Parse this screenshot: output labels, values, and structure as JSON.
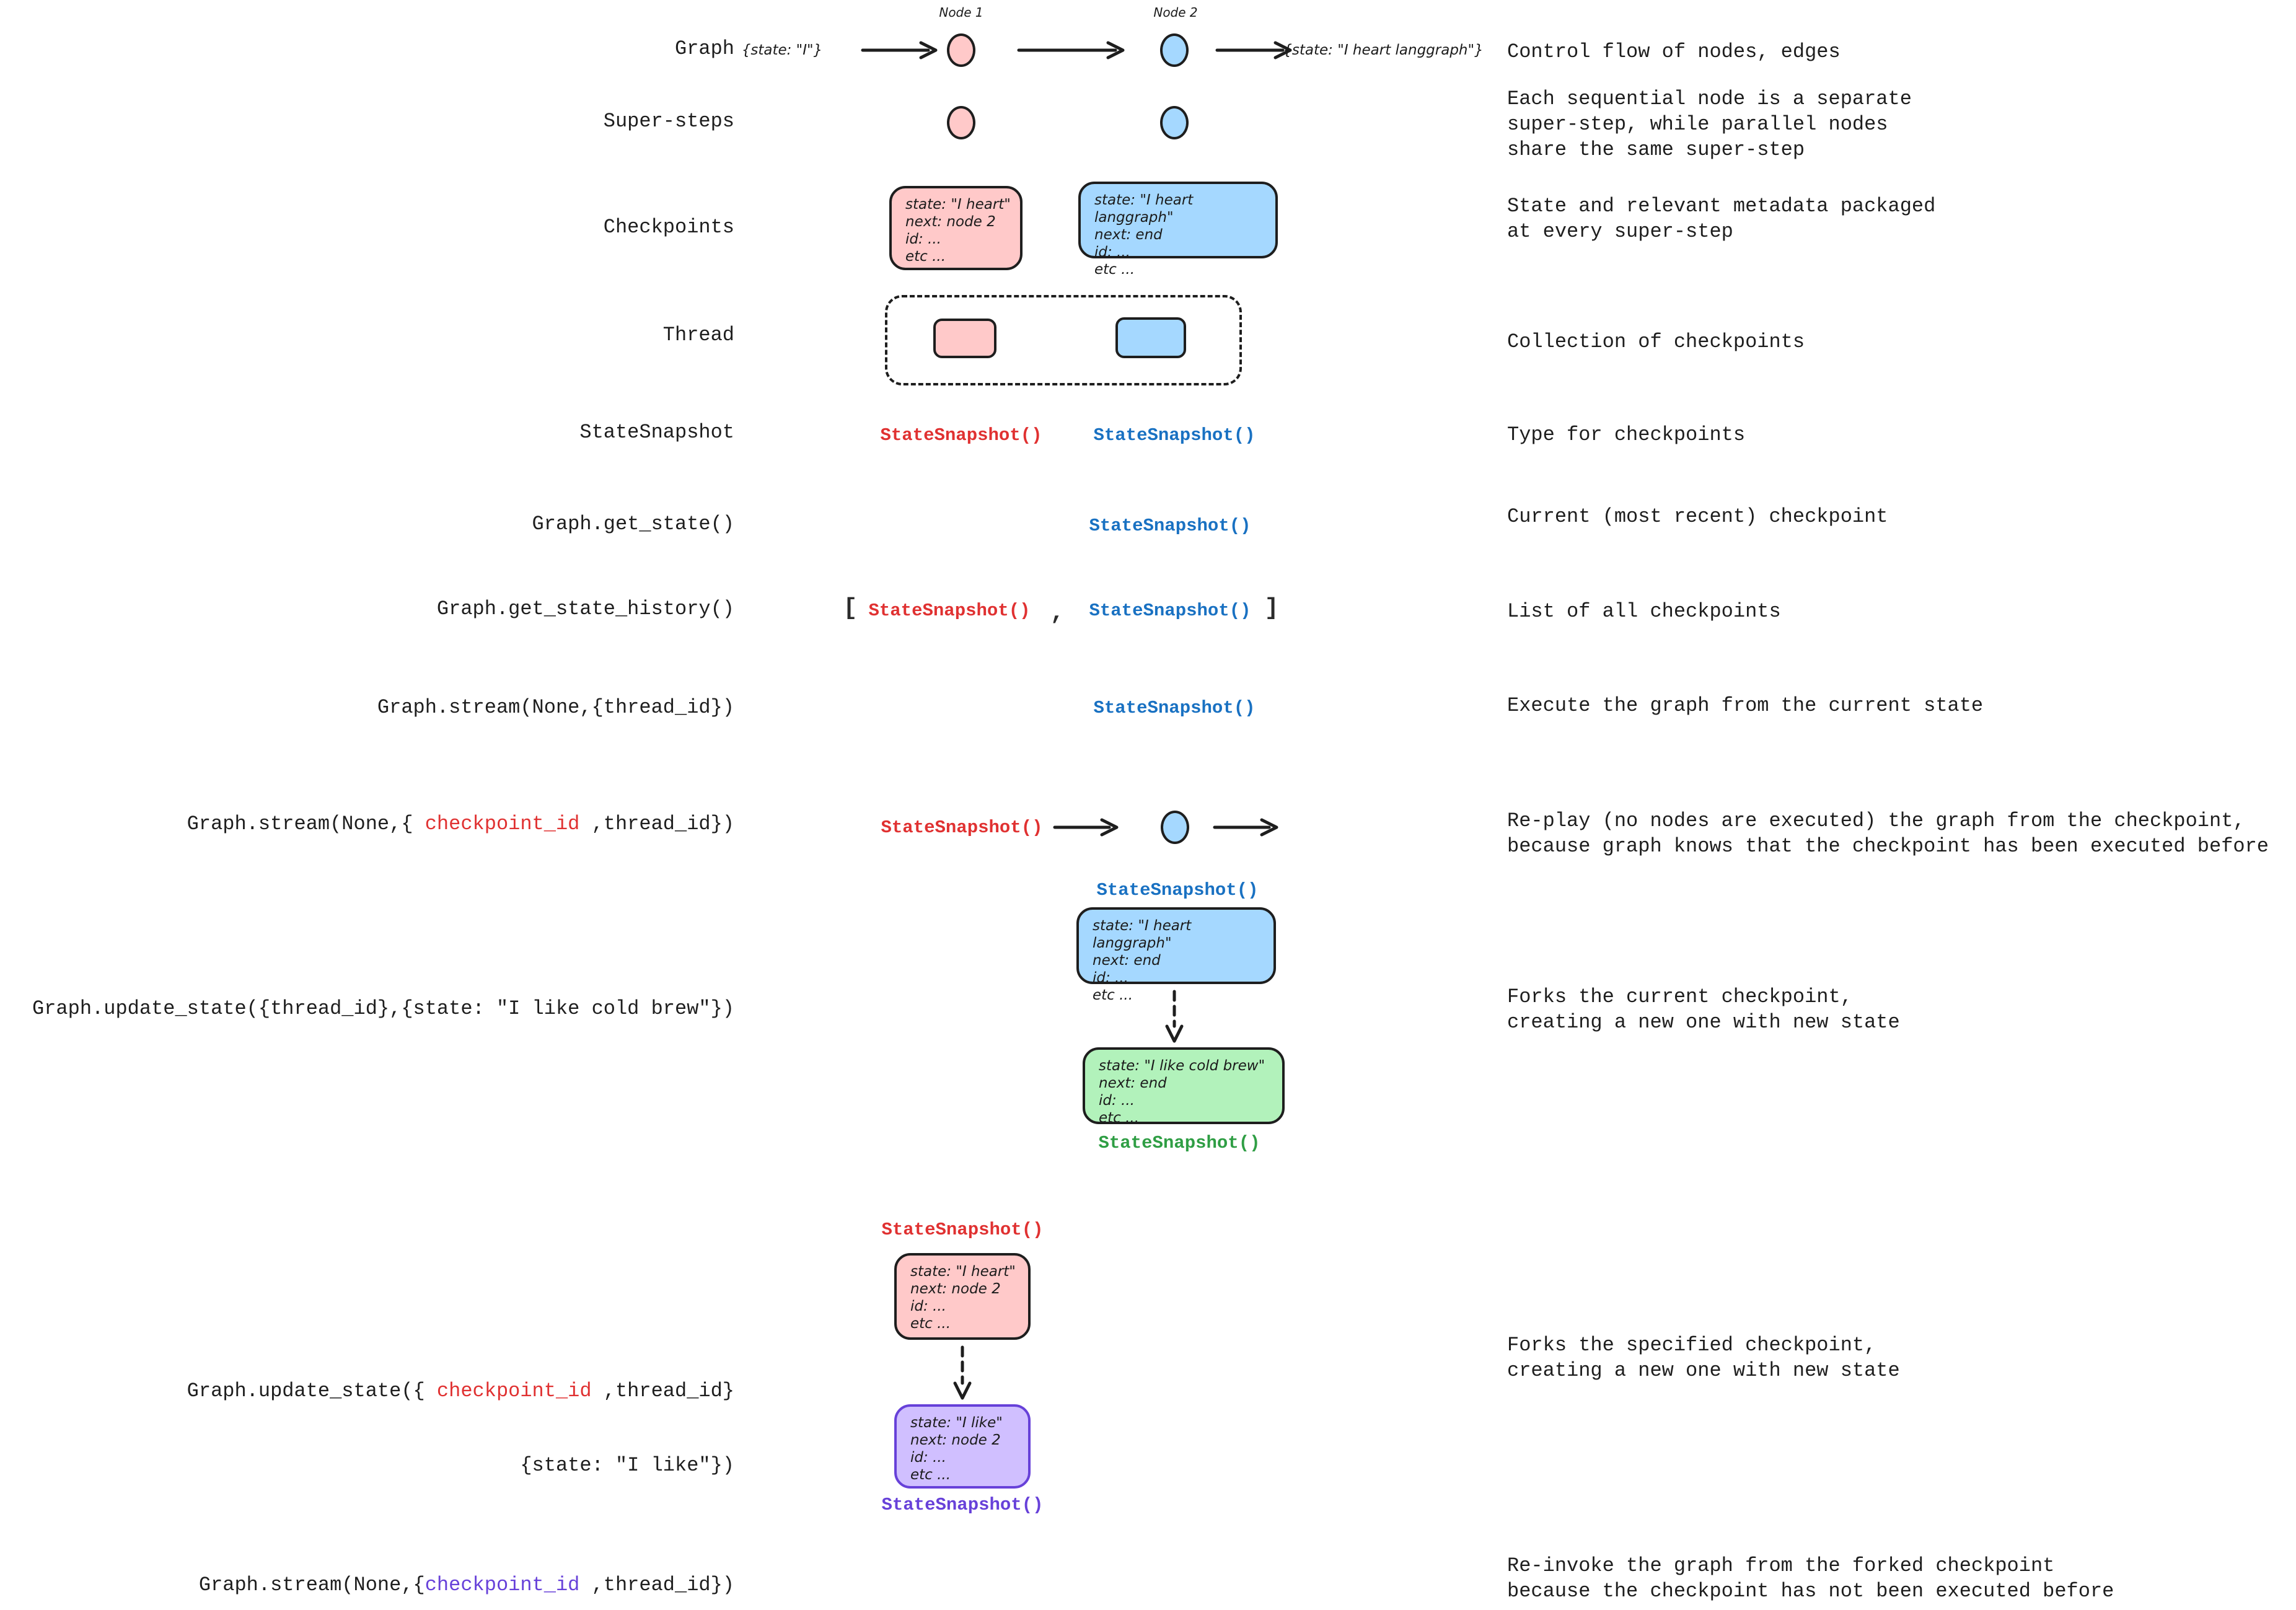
{
  "colors": {
    "ink": "#1e1e1e",
    "red": "#e03131",
    "blue": "#1971c2",
    "green": "#2f9e44",
    "purple": "#6741d9",
    "pink_fill": "#ffc9c9",
    "blue_fill": "#a5d8ff",
    "green_fill": "#b2f2bb",
    "purple_fill": "#d0bfff"
  },
  "snapshot": "StateSnapshot()",
  "history": {
    "open": "[",
    "comma": ",",
    "close": "]"
  },
  "flow": {
    "node1": "Node 1",
    "node2": "Node 2",
    "input": "{state: \"I\"}",
    "output": "{state: \"I heart langgraph\"}"
  },
  "cards": {
    "heart": {
      "lines": [
        "state: \"I heart\"",
        "next: node 2",
        "id: ...",
        "etc ..."
      ]
    },
    "langgraph": {
      "lines": [
        "state: \"I heart langgraph\"",
        "next: end",
        "id: ...",
        "etc ..."
      ]
    },
    "coldbrew": {
      "lines": [
        "state: \"I like cold brew\"",
        "next: end",
        "id: ...",
        "etc ..."
      ]
    },
    "like": {
      "lines": [
        "state: \"I like\"",
        "next: node 2",
        "id: ...",
        "etc ..."
      ]
    }
  },
  "rows": {
    "graph": {
      "label": "Graph",
      "desc": "Control flow of nodes, edges"
    },
    "super_steps": {
      "label": "Super-steps",
      "desc": "Each sequential node is a separate\nsuper-step, while parallel nodes\nshare the same super-step"
    },
    "checkpoints": {
      "label": "Checkpoints",
      "desc": "State and relevant metadata packaged\nat every super-step"
    },
    "thread": {
      "label": "Thread",
      "desc": "Collection of checkpoints"
    },
    "state_snapshot": {
      "label": "StateSnapshot",
      "desc": "Type for checkpoints"
    },
    "get_state": {
      "label": "Graph.get_state()",
      "desc": "Current (most recent) checkpoint"
    },
    "get_state_history": {
      "label": "Graph.get_state_history()",
      "desc": "List of all checkpoints"
    },
    "stream_thread": {
      "label": "Graph.stream(None,{thread_id})",
      "desc": "Execute the graph from the current state"
    },
    "stream_checkpoint": {
      "label_pre": "Graph.stream(None,{ ",
      "label_red": "checkpoint_id",
      "label_post": " ,thread_id})",
      "desc": "Re-play (no nodes are executed) the graph from the checkpoint,\nbecause graph knows that the checkpoint has been executed before"
    },
    "update_state_thread": {
      "label": "Graph.update_state({thread_id},{state: \"I like cold brew\"})",
      "desc": "Forks the current checkpoint,\ncreating a new one with new state"
    },
    "update_state_checkpoint": {
      "label_pre": "Graph.update_state({ ",
      "label_red": "checkpoint_id",
      "label_post": " ,thread_id}",
      "label_line2": "{state: \"I like\"})",
      "desc": "Forks the specified checkpoint,\ncreating a new one with new state"
    },
    "stream_forked": {
      "label_pre": "Graph.stream(None,{",
      "label_purple": "checkpoint_id",
      "label_post": " ,thread_id})",
      "desc": "Re-invoke the graph from the forked checkpoint\nbecause the checkpoint has not been executed before"
    }
  }
}
